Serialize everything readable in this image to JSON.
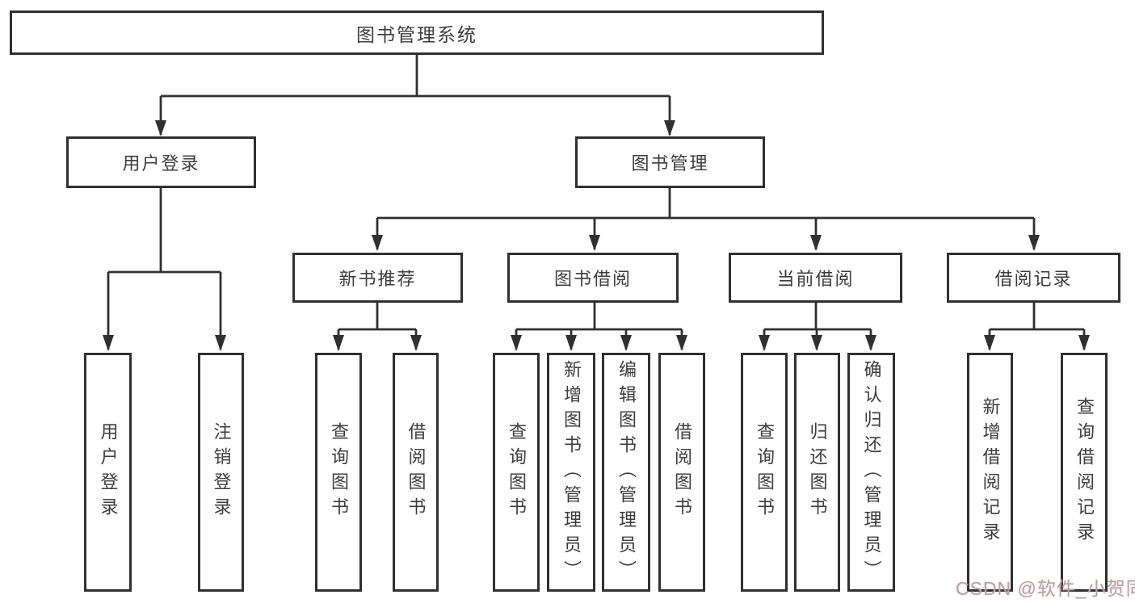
{
  "root": {
    "label": "图书管理系统"
  },
  "level2": {
    "user_login": "用户登录",
    "book_mgmt": "图书管理"
  },
  "level3": {
    "new_book": "新书推荐",
    "borrow": "图书借阅",
    "current": "当前借阅",
    "record": "借阅记录"
  },
  "leaves": {
    "login": "用户登录",
    "logout": "注销登录",
    "nb_query": "查询图书",
    "nb_borrow": "借阅图书",
    "bb_query": "查询图书",
    "bb_add": "新增图书（管理员）",
    "bb_edit": "编辑图书（管理员）",
    "bb_borrow": "借阅图书",
    "cb_query": "查询图书",
    "cb_return": "归还图书",
    "cb_confirm": "确认归还（管理员）",
    "br_add": "新增借阅记录",
    "br_query": "查询借阅记录"
  },
  "watermark": "CSDN @软件_小贺同学",
  "colors": {
    "line": "#303030",
    "box_border": "#303030",
    "text": "#3d3d3d",
    "background": "#ffffff",
    "watermark": "#b4a2a4"
  }
}
